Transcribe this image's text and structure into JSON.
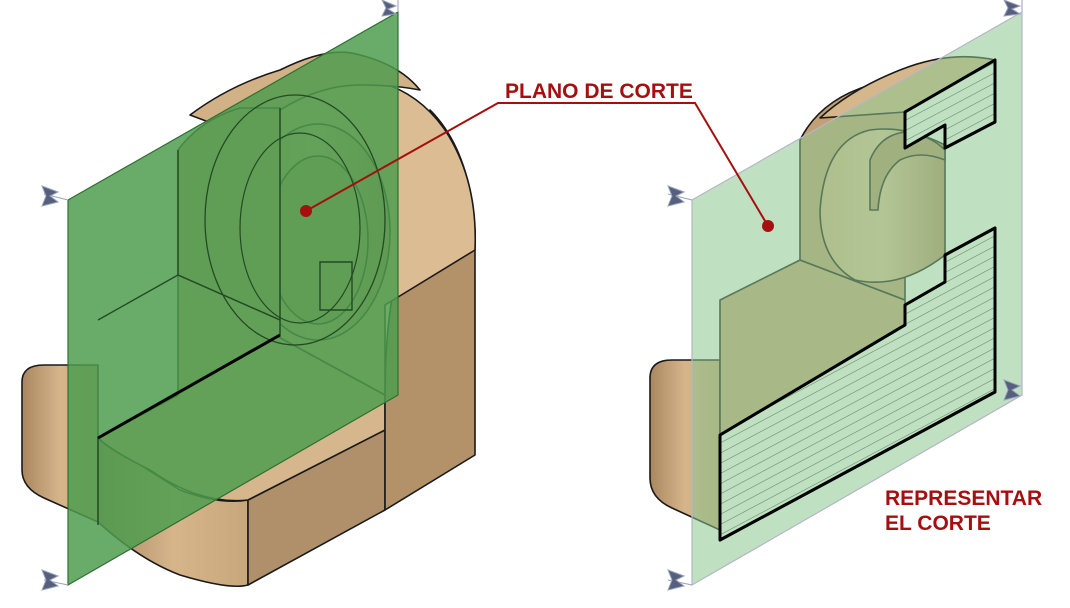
{
  "labels": {
    "cutting_plane": "PLANO DE CORTE",
    "represent_line1": "REPRESENTAR",
    "represent_line2": "EL CORTE"
  },
  "colors": {
    "label_red": "#a50f0f",
    "part_light": "#dcbc92",
    "part_mid": "#c9a77d",
    "part_dark": "#a88761",
    "plane_green_solid": "#4f9c4f",
    "plane_green_translucent": "#8cc78f",
    "arrow_blue": "#56607e",
    "hatch": "#333333"
  },
  "icons": {
    "direction_arrow": "view-direction-arrow-icon"
  }
}
